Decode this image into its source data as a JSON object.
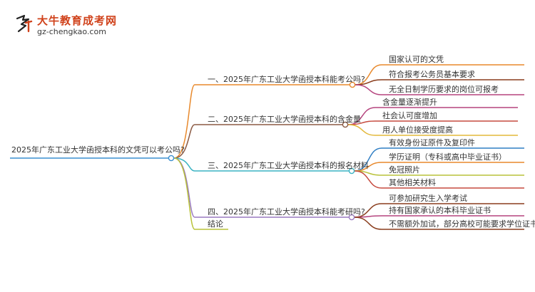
{
  "logo": {
    "name": "大牛教育成考网",
    "url": "gz-chengkao.com"
  },
  "root": "2025年广东工业大学函授本科的文凭可以考公吗?",
  "branches": [
    {
      "title": "一、2025年广东工业大学函授本科能考公吗?",
      "color": "#e8892c",
      "children": [
        "国家认可的文凭",
        "符合报考公务员基本要求",
        "无全日制学历要求的岗位可报考"
      ],
      "childColors": [
        "#e8892c",
        "#8a3d1d",
        "#b5447e"
      ]
    },
    {
      "title": "二、2025年广东工业大学函授本科的含金量",
      "color": "#8b5a43",
      "children": [
        "含金量逐渐提升",
        "社会认可度增加",
        "用人单位接受度提高"
      ],
      "childColors": [
        "#b5447e",
        "#c64a3e",
        "#e3b83a"
      ]
    },
    {
      "title": "三、2025年广东工业大学函授本科的报名材料",
      "color": "#3bb3c3",
      "children": [
        "有效身份证原件及复印件",
        "学历证明（专科或高中毕业证书）",
        "免冠照片",
        "其他相关材料"
      ],
      "childColors": [
        "#2f7ec4",
        "#e8892c",
        "#b9c23a",
        "#c64a3e"
      ]
    },
    {
      "title": "四、2025年广东工业大学函授本科能考研吗?",
      "color": "#9a7ac0",
      "children": [
        "可参加研究生入学考试",
        "持有国家承认的本科毕业证书",
        "不需额外加试，部分高校可能要求学位证书"
      ],
      "childColors": [
        "#8a3d1d",
        "#b5447e",
        "#8a3d1d"
      ]
    },
    {
      "title": "结论",
      "color": "#b9c23a",
      "children": [],
      "childColors": []
    }
  ],
  "colors": {
    "root_line": "#3a8fd0"
  }
}
